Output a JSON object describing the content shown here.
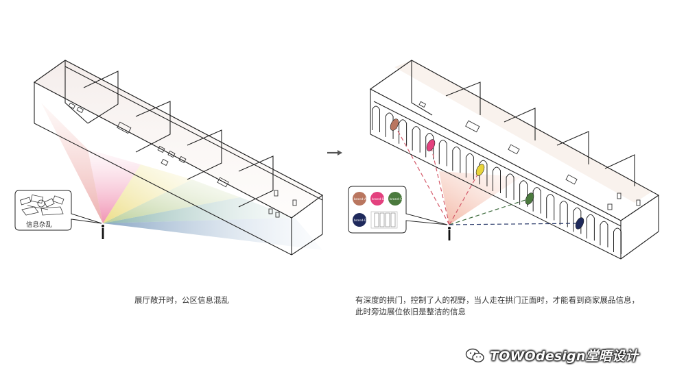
{
  "captions": {
    "left": "展厅敞开时，公区信息混乱",
    "right_line1": "有深度的拱门，控制了人的视野，当人走在拱门正面时，才能看到商家展品信息，",
    "right_line2": "此时旁边展位依旧是整洁的信息"
  },
  "left_diagram": {
    "tag_label": "信息杂乱"
  },
  "right_diagram": {
    "brands": [
      {
        "label": "brand-A",
        "color": "#b9765f"
      },
      {
        "label": "brand-B",
        "color": "#e3417e"
      },
      {
        "label": "brand-C",
        "color": "#4b7a3e"
      },
      {
        "label": "brand-D",
        "color": "#1f2a5c"
      }
    ],
    "accent_yellow": "#e9d43a"
  },
  "arrow": {
    "icon": "arrow-right-icon"
  },
  "watermark": {
    "text": "TOWOdesign堂晤设计",
    "icon": "wechat-icon"
  }
}
